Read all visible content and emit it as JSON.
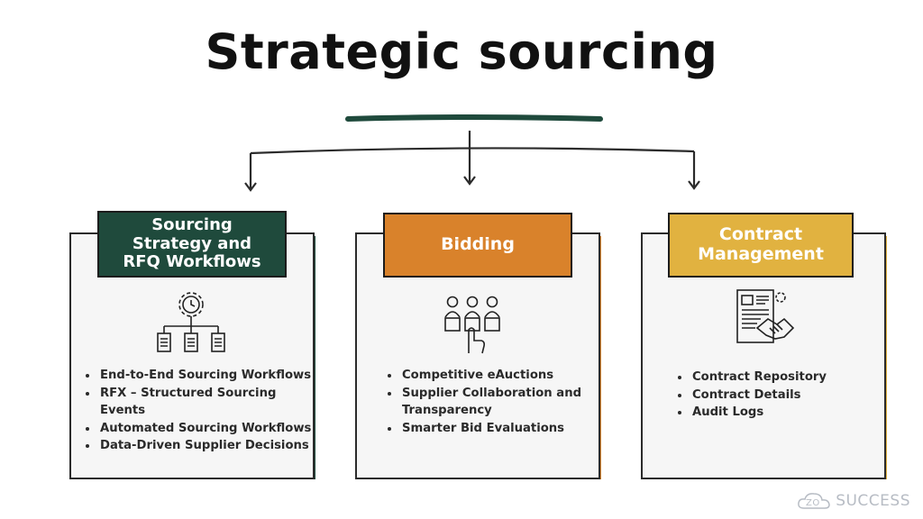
{
  "title": "Strategic sourcing",
  "columns": [
    {
      "heading": "Sourcing Strategy and RFQ Workflows",
      "heading_lines": [
        "Sourcing",
        "Strategy and",
        "RFQ Workflows"
      ],
      "color": "#1f4a3c",
      "icon": "gear-org-chart-icon",
      "bullets": [
        "End-to-End Sourcing Workflows",
        "RFX – Structured Sourcing Events",
        "Automated Sourcing Workflows",
        "Data-Driven Supplier Decisions"
      ]
    },
    {
      "heading": "Bidding",
      "heading_lines": [
        "Bidding"
      ],
      "color": "#d9822b",
      "icon": "bidders-hand-icon",
      "bullets": [
        "Competitive eAuctions",
        "Supplier Collaboration and Transparency",
        "Smarter Bid Evaluations"
      ]
    },
    {
      "heading": "Contract Management",
      "heading_lines": [
        "Contract",
        "Management"
      ],
      "color": "#e1b240",
      "icon": "contract-handshake-icon",
      "bullets": [
        "Contract Repository",
        "Contract Details",
        "Audit Logs"
      ]
    }
  ],
  "brand": {
    "logo_letters": "ZO",
    "name": "SUCCESS",
    "icon": "cloud-logo-icon"
  }
}
